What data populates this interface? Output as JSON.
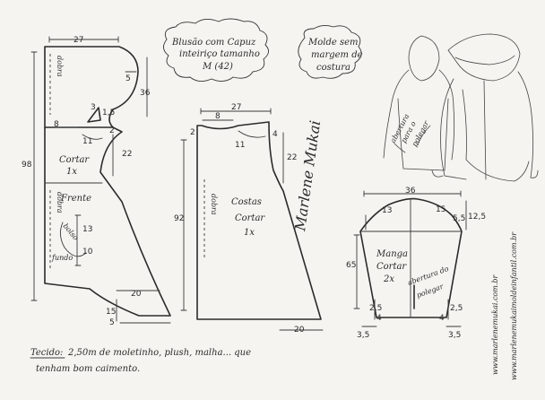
{
  "title": {
    "line1": "Blusão com Capuz",
    "line2": "inteiriço tamanho",
    "line3": "M (42)"
  },
  "note": {
    "line1": "Molde sem",
    "line2": "margem de",
    "line3": "costura"
  },
  "front": {
    "width_top": "27",
    "height_total": "98",
    "hood_drop": "5",
    "hood_depth": "36",
    "shoulder": "8",
    "hood_small": "1,5",
    "hood_3": "3",
    "neck_2": "2",
    "shoulder_11": "11",
    "side_22": "22",
    "cut_label": "Cortar",
    "cut_qty": "1x",
    "piece_name": "Frente",
    "fold_top": "dobra",
    "fold_bottom": "dobra",
    "pocket_13": "13",
    "pocket_10": "10",
    "pocket_bolso": "bolso",
    "pocket_fundo": "fundo",
    "hem_20": "20",
    "hem_15": "15",
    "hem_5": "5"
  },
  "back": {
    "width_top": "27",
    "neck_8": "8",
    "neck_2": "2",
    "shoulder_11": "11",
    "shoulder_4": "4",
    "side_22": "22",
    "height_92": "92",
    "piece_name": "Costas",
    "cut_label": "Cortar",
    "cut_qty": "1x",
    "fold_label": "dobra",
    "hem_20": "20"
  },
  "sleeve": {
    "width_36": "36",
    "cap_13": "13",
    "cap_15": "15",
    "cap_125": "12,5",
    "cap_55": "5,5",
    "height_65": "65",
    "piece_name": "Manga",
    "cut_label": "Cortar",
    "cut_qty": "2x",
    "thumb_label1": "abertura do",
    "thumb_label2": "polegar",
    "cuff_25_left": "2,5",
    "cuff_25_right": "2,5",
    "cuff_4_left": "4",
    "cuff_4_right": "4",
    "bottom_35_left": "3,5",
    "bottom_35_right": "3,5"
  },
  "sketch": {
    "thumb_label1": "abertura",
    "thumb_label2": "para o",
    "thumb_label3": "polegar"
  },
  "signature": "Marlene Mukai",
  "fabric": {
    "label": "Tecido:",
    "line1": "2,50m de moletinho, plush, malha... que",
    "line2": "tenham bom caimento."
  },
  "websites": {
    "site1": "www.marlenemukai.com.br",
    "site2": "www.marlenemukaimoldeinfantil.com.br"
  },
  "colors": {
    "paper": "#f5f4f0",
    "ink": "#2b2b2b"
  }
}
